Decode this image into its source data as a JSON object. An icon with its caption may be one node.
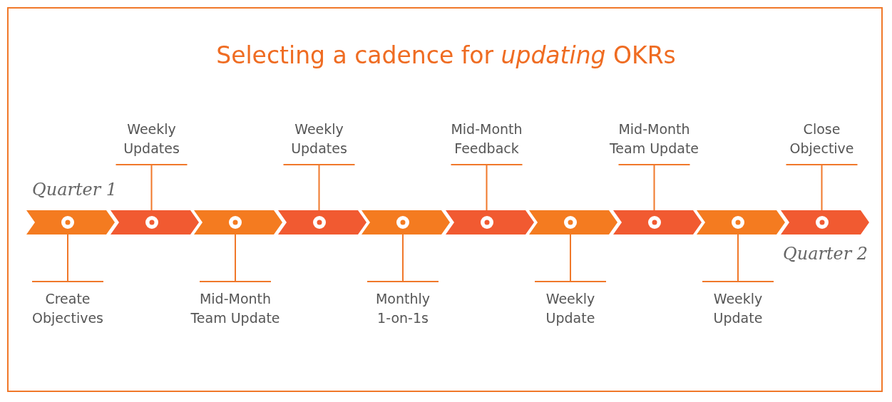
{
  "diagram": {
    "title": "Selecting a cadence for *updating* OKRs",
    "nodes": [
      {
        "text": [],
        "shape": "chevron"
      },
      {
        "text": [],
        "shape": "chevron"
      },
      {
        "text": [],
        "shape": "chevron"
      },
      {
        "text": [],
        "shape": "chevron"
      },
      {
        "text": [],
        "shape": "chevron"
      },
      {
        "text": [],
        "shape": "chevron"
      },
      {
        "text": [],
        "shape": "chevron"
      },
      {
        "text": [],
        "shape": "chevron"
      },
      {
        "text": [],
        "shape": "chevron"
      },
      {
        "text": [],
        "shape": "chevron"
      },
      {
        "text": [
          "Create Objectives"
        ]
      },
      {
        "text": [
          "Weekly Updates"
        ]
      },
      {
        "text": [
          "Mid-Month Team Update"
        ]
      },
      {
        "text": [
          "Weekly Updates"
        ]
      },
      {
        "text": [
          "Monthly 1-on-1s"
        ]
      },
      {
        "text": [
          "Mid-Month Feedback"
        ]
      },
      {
        "text": [
          "Weekly Update"
        ]
      },
      {
        "text": [
          "Mid-Month Team Update"
        ]
      },
      {
        "text": [
          "Weekly Update"
        ]
      },
      {
        "text": [
          "Close Objective"
        ]
      }
    ],
    "edges": [
      {
        "from": 10,
        "to": 0,
        "arrow": "none"
      },
      {
        "from": 11,
        "to": 1,
        "arrow": "none"
      },
      {
        "from": 12,
        "to": 2,
        "arrow": "none"
      },
      {
        "from": 13,
        "to": 3,
        "arrow": "none"
      },
      {
        "from": 14,
        "to": 4,
        "arrow": "none"
      },
      {
        "from": 15,
        "to": 5,
        "arrow": "none"
      },
      {
        "from": 16,
        "to": 6,
        "arrow": "none"
      },
      {
        "from": 17,
        "to": 7,
        "arrow": "none"
      },
      {
        "from": 18,
        "to": 8,
        "arrow": "none"
      },
      {
        "from": 19,
        "to": 9,
        "arrow": "none"
      }
    ],
    "labels": [
      "Quarter 1",
      "Quarter 2"
    ]
  }
}
